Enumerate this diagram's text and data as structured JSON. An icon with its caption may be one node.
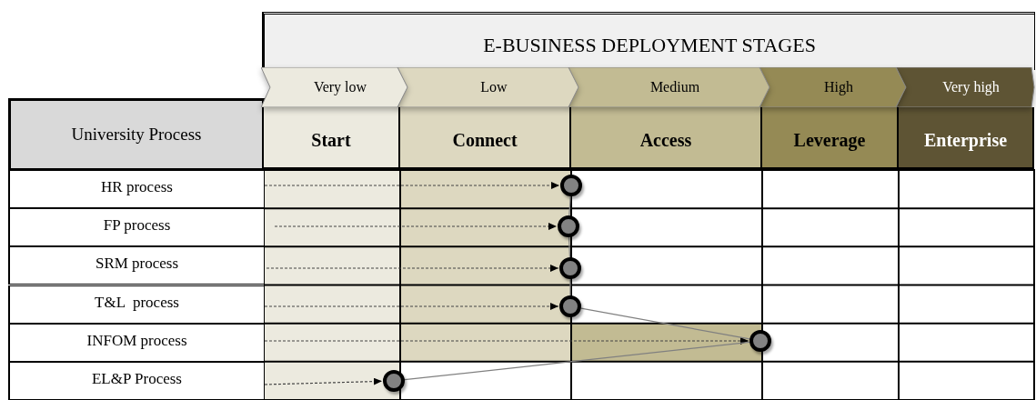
{
  "diagram": {
    "nodes": [
      {
        "text": [
          "E-BUSINESS DEPLOYMENT STAGES"
        ]
      },
      {
        "text": [
          "Very low"
        ]
      },
      {
        "text": [
          "Low"
        ]
      },
      {
        "text": [
          "Medium"
        ]
      },
      {
        "text": [
          "High"
        ]
      },
      {
        "text": [
          "Very high"
        ]
      },
      {
        "text": [
          "University Process"
        ]
      },
      {
        "text": [
          "Start"
        ]
      },
      {
        "text": [
          "Connect"
        ]
      },
      {
        "text": [
          "Access"
        ]
      },
      {
        "text": [
          "Leverage"
        ]
      },
      {
        "text": [
          "Enterprise"
        ]
      },
      {
        "text": [
          "HR process"
        ]
      },
      {
        "text": [
          "FP process"
        ]
      },
      {
        "text": [
          "SRM process"
        ]
      },
      {
        "text": [
          "T&L  process"
        ]
      },
      {
        "text": [
          "INFOM process"
        ]
      },
      {
        "text": [
          "EL&P Process"
        ]
      },
      {
        "text": [],
        "shape": "circle"
      },
      {
        "text": [],
        "shape": "circle"
      },
      {
        "text": [],
        "shape": "circle"
      },
      {
        "text": [],
        "shape": "circle"
      },
      {
        "text": [],
        "shape": "circle"
      },
      {
        "text": [],
        "shape": "circle"
      }
    ],
    "edges": [
      {
        "from": 12,
        "to": 18,
        "arrow": "to",
        "style": "dashed"
      },
      {
        "from": 13,
        "to": 19,
        "arrow": "to",
        "style": "dashed"
      },
      {
        "from": 14,
        "to": 20,
        "arrow": "to",
        "style": "dashed"
      },
      {
        "from": 15,
        "to": 21,
        "arrow": "to",
        "style": "dashed"
      },
      {
        "from": 16,
        "to": 22,
        "arrow": "to",
        "style": "dashed"
      },
      {
        "from": 17,
        "to": 23,
        "arrow": "to",
        "style": "dashed"
      },
      {
        "from": 18,
        "to": 19,
        "arrow": "none",
        "color": "#808080"
      },
      {
        "from": 19,
        "to": 20,
        "arrow": "none",
        "color": "#808080"
      },
      {
        "from": 20,
        "to": 21,
        "arrow": "none",
        "color": "#808080"
      },
      {
        "from": 21,
        "to": 22,
        "arrow": "none",
        "color": "#808080"
      },
      {
        "from": 22,
        "to": 23,
        "arrow": "none",
        "color": "#808080"
      }
    ]
  }
}
